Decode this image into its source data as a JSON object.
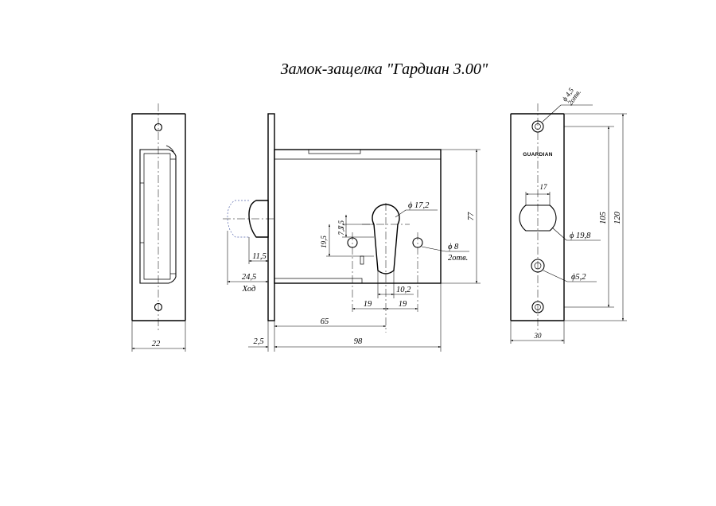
{
  "title": "Замок-защелка \"Гардиан 3.00\"",
  "brand": "GUARDIAN",
  "front_view": {
    "width_label": "22"
  },
  "side_view": {
    "stroke_label": "24,5",
    "stroke_caption": "Ход",
    "latch_protrusion": "11,5",
    "faceplate_thickness": "2,5",
    "body_length": "98",
    "backset": "65",
    "height": "77",
    "cylinder_diameter": "ϕ 17,2",
    "cylinder_offset_a": "7,5",
    "cylinder_offset_b": "7,5",
    "cylinder_slot_height": "19,5",
    "mount_hole_diameter": "ϕ 8",
    "mount_hole_count": "2отв.",
    "spacing_left": "19",
    "spacing_right": "19",
    "spacing_small": "10,2"
  },
  "strike_view": {
    "hole_diameter": "ϕ 4,5",
    "hole_count": "2отв.",
    "width_top": "17",
    "opening_diameter": "ϕ 19,8",
    "small_hole_diameter": "ϕ5,2",
    "hole_spacing": "105",
    "plate_height": "120",
    "plate_width": "30"
  }
}
